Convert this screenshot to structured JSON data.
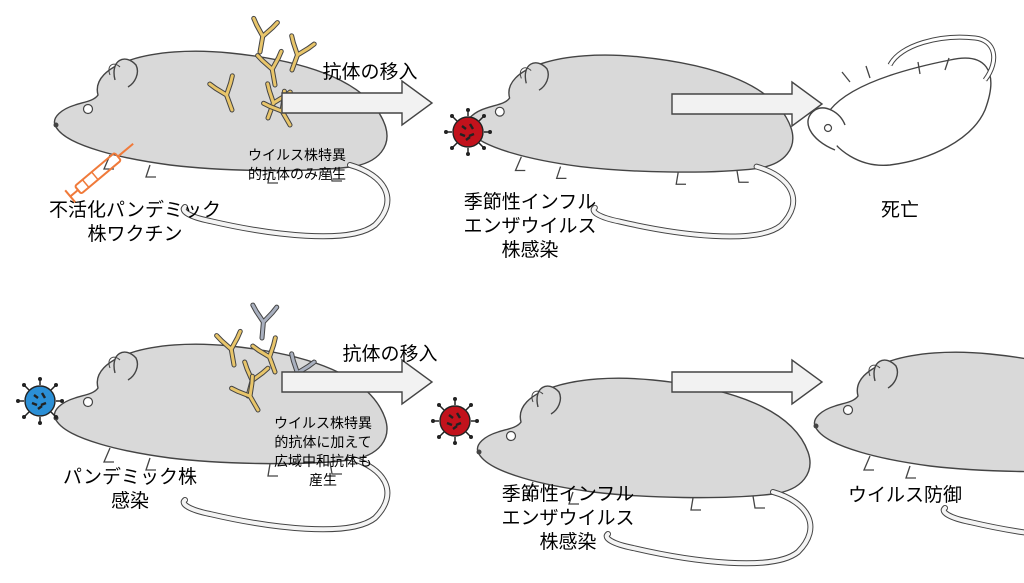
{
  "colors": {
    "mouse_fill": "#d9d9d9",
    "outline": "#444444",
    "antibody_gold": "#e8c56a",
    "antibody_gray": "#a9b0bf",
    "seasonal_virus": "#c2121c",
    "pandemic_virus": "#2b8fd6",
    "syringe": "#f07a3a",
    "arrow_fill": "#f2f2f2"
  },
  "icons": {
    "mouse": "mouse-icon",
    "dead_mouse": "dead-mouse-icon",
    "antibody": "antibody-icon",
    "virus": "virus-icon",
    "syringe": "syringe-icon",
    "arrow": "arrow-right-icon"
  },
  "top_row": {
    "donor_label_line1": "不活化パンデミック",
    "donor_label_line2": "株ワクチン",
    "antibody_note_line1": "ウイルス株特異",
    "antibody_note_line2": "的抗体のみ産生",
    "transfer_label": "抗体の移入",
    "challenge_label_line1": "季節性インフル",
    "challenge_label_line2": "エンザウイルス",
    "challenge_label_line3": "株感染",
    "outcome_label": "死亡"
  },
  "bottom_row": {
    "donor_label_line1": "パンデミック株",
    "donor_label_line2": "感染",
    "antibody_note_line1": "ウイルス株特異",
    "antibody_note_line2": "的抗体に加えて",
    "antibody_note_line3": "広域中和抗体も",
    "antibody_note_line4": "産生",
    "transfer_label": "抗体の移入",
    "challenge_label_line1": "季節性インフル",
    "challenge_label_line2": "エンザウイルス",
    "challenge_label_line3": "株感染",
    "outcome_label": "ウイルス防御"
  }
}
